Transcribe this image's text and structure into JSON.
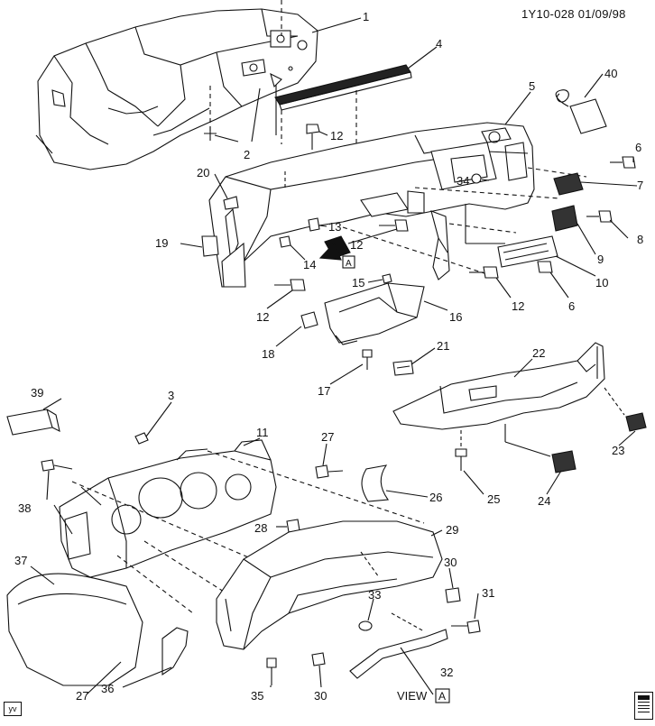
{
  "drawing_id": "1Y10-028 01/09/98",
  "yv_tag": "yv",
  "view_label": "VIEW",
  "view_letter": "A",
  "callouts": [
    "1",
    "2",
    "3",
    "4",
    "5",
    "6",
    "6",
    "7",
    "8",
    "9",
    "10",
    "11",
    "12",
    "12",
    "12",
    "12",
    "13",
    "14",
    "15",
    "16",
    "17",
    "18",
    "19",
    "20",
    "21",
    "22",
    "23",
    "24",
    "25",
    "26",
    "27",
    "27",
    "28",
    "29",
    "30",
    "30",
    "31",
    "32",
    "33",
    "34",
    "35",
    "36",
    "37",
    "38",
    "39",
    "40"
  ]
}
